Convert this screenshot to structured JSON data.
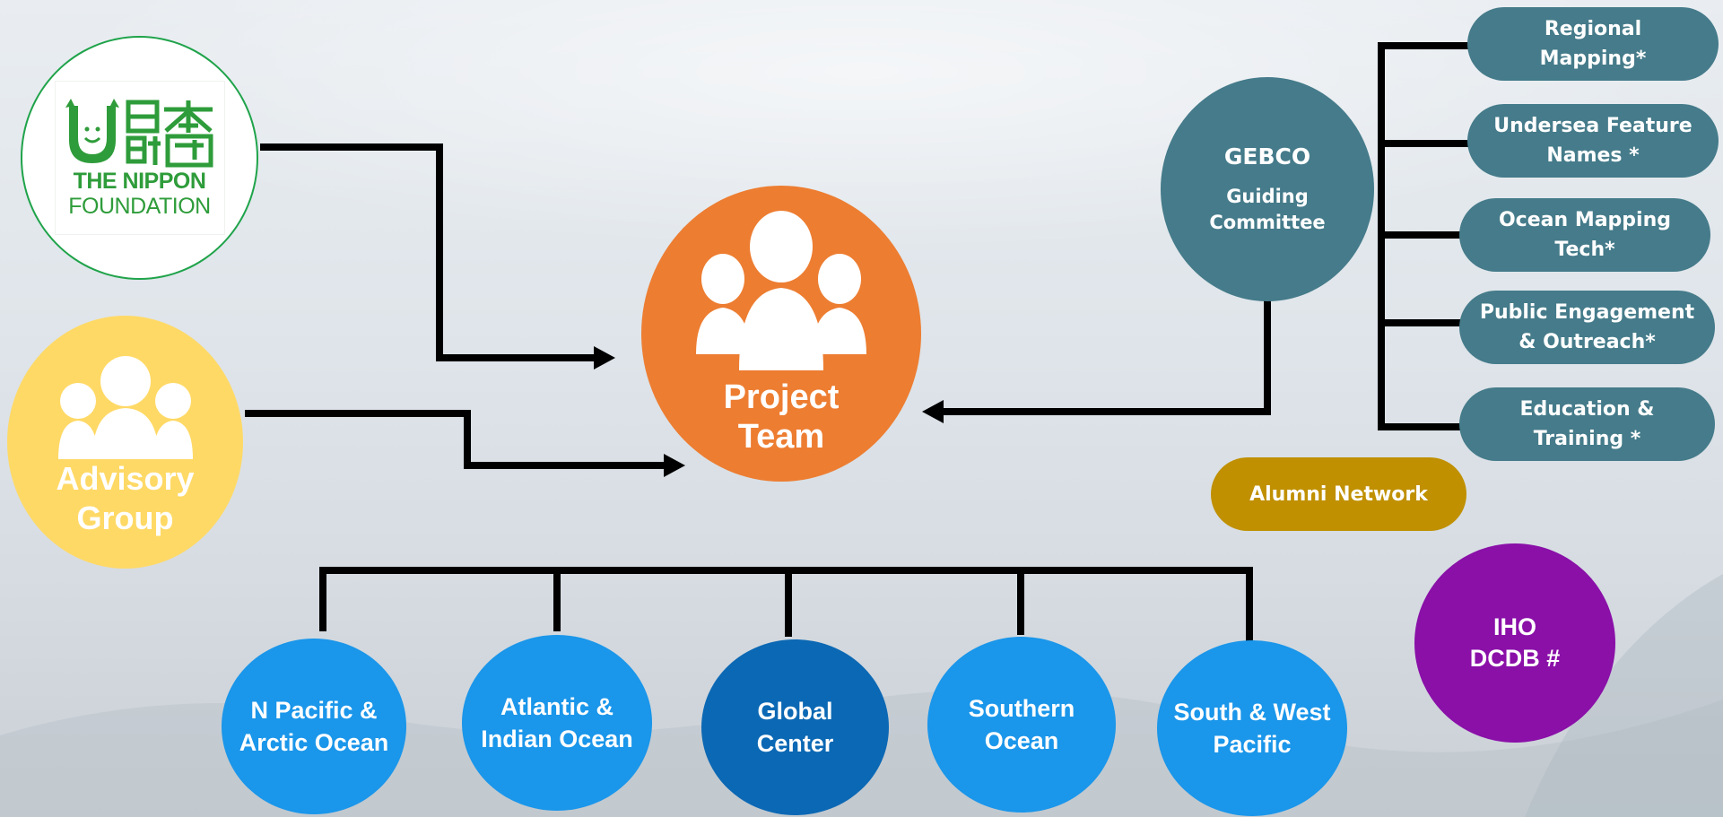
{
  "nippon": {
    "line1": "THE NIPPON",
    "line2": "FOUNDATION"
  },
  "advisory": {
    "line1": "Advisory",
    "line2": "Group"
  },
  "project": {
    "line1": "Project",
    "line2": "Team"
  },
  "gebco": {
    "title": "GEBCO",
    "sub1": "Guiding",
    "sub2": "Committee"
  },
  "working_groups": [
    {
      "line1": "Regional",
      "line2": "Mapping*"
    },
    {
      "line1": "Undersea Feature",
      "line2": "Names *"
    },
    {
      "line1": "Ocean Mapping",
      "line2": "Tech*"
    },
    {
      "line1": "Public Engagement",
      "line2": "& Outreach*"
    },
    {
      "line1": "Education &",
      "line2": "Training *"
    }
  ],
  "alumni": {
    "label": "Alumni Network"
  },
  "iho": {
    "line1": "IHO",
    "line2": "DCDB #"
  },
  "regions": [
    {
      "line1": "N Pacific &",
      "line2": "Arctic Ocean"
    },
    {
      "line1": "Atlantic &",
      "line2": "Indian Ocean"
    },
    {
      "line1": "Global",
      "line2": "Center"
    },
    {
      "line1": "Southern",
      "line2": "Ocean"
    },
    {
      "line1": "South & West",
      "line2": "Pacific"
    }
  ],
  "colors": {
    "orange": "#ed7d31",
    "yellow": "#ffd966",
    "teal": "#457b8a",
    "gold": "#c09000",
    "purple": "#8a10a8",
    "light_blue": "#1a96ea",
    "dark_blue": "#0b68b4",
    "nippon_green": "#2e9c3a"
  },
  "icons": [
    "people-group-icon",
    "nippon-foundation-logo"
  ]
}
